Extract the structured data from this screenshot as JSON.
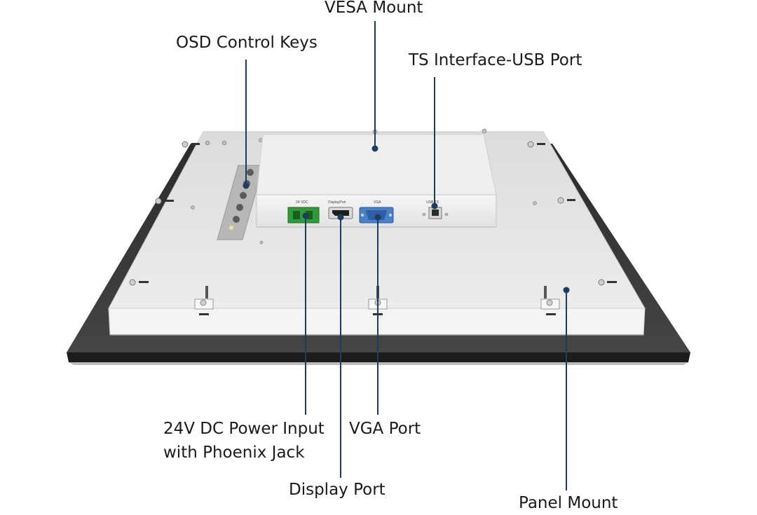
{
  "callouts": {
    "vesa_mount": "VESA Mount",
    "osd_control_keys": "OSD Control Keys",
    "ts_usb_port": "TS Interface-USB Port",
    "power_input_line1": "24V DC Power Input",
    "power_input_line2": "with Phoenix Jack",
    "vga_port": "VGA Port",
    "display_port": "Display Port",
    "panel_mount": "Panel Mount"
  },
  "port_labels": {
    "power": "24 VDC",
    "displayport": "DisplayPort",
    "vga": "VGA",
    "usb": "USB TS"
  },
  "colors": {
    "leader_line": "#1f3c60",
    "bezel": "#3a3a3a",
    "rear_panel": "#e6e6e6",
    "vesa_box": "#eeeeee",
    "phoenix_jack": "#2e9a3a",
    "vga_connector": "#4a7fc9",
    "text": "#1a1a1a"
  },
  "icons": [
    "phoenix-jack-icon",
    "displayport-connector-icon",
    "vga-connector-icon",
    "usb-b-connector-icon",
    "osd-key-icon"
  ]
}
